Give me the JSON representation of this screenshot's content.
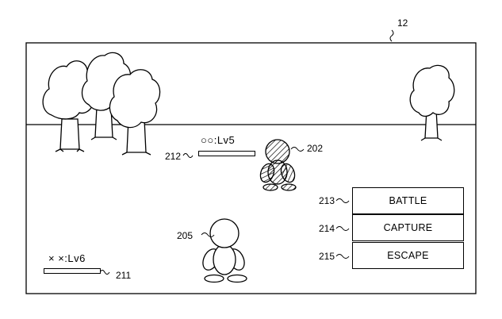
{
  "figure": {
    "screen_ref": "12",
    "enemy": {
      "status": "○○:Lv5",
      "hp_bar_ref": "212",
      "character_ref": "202"
    },
    "player": {
      "status": "× ×:Lv6",
      "hp_bar_ref": "211",
      "character_ref": "205"
    },
    "menu": [
      {
        "ref": "213",
        "label": "BATTLE"
      },
      {
        "ref": "214",
        "label": "CAPTURE"
      },
      {
        "ref": "215",
        "label": "ESCAPE"
      }
    ]
  }
}
